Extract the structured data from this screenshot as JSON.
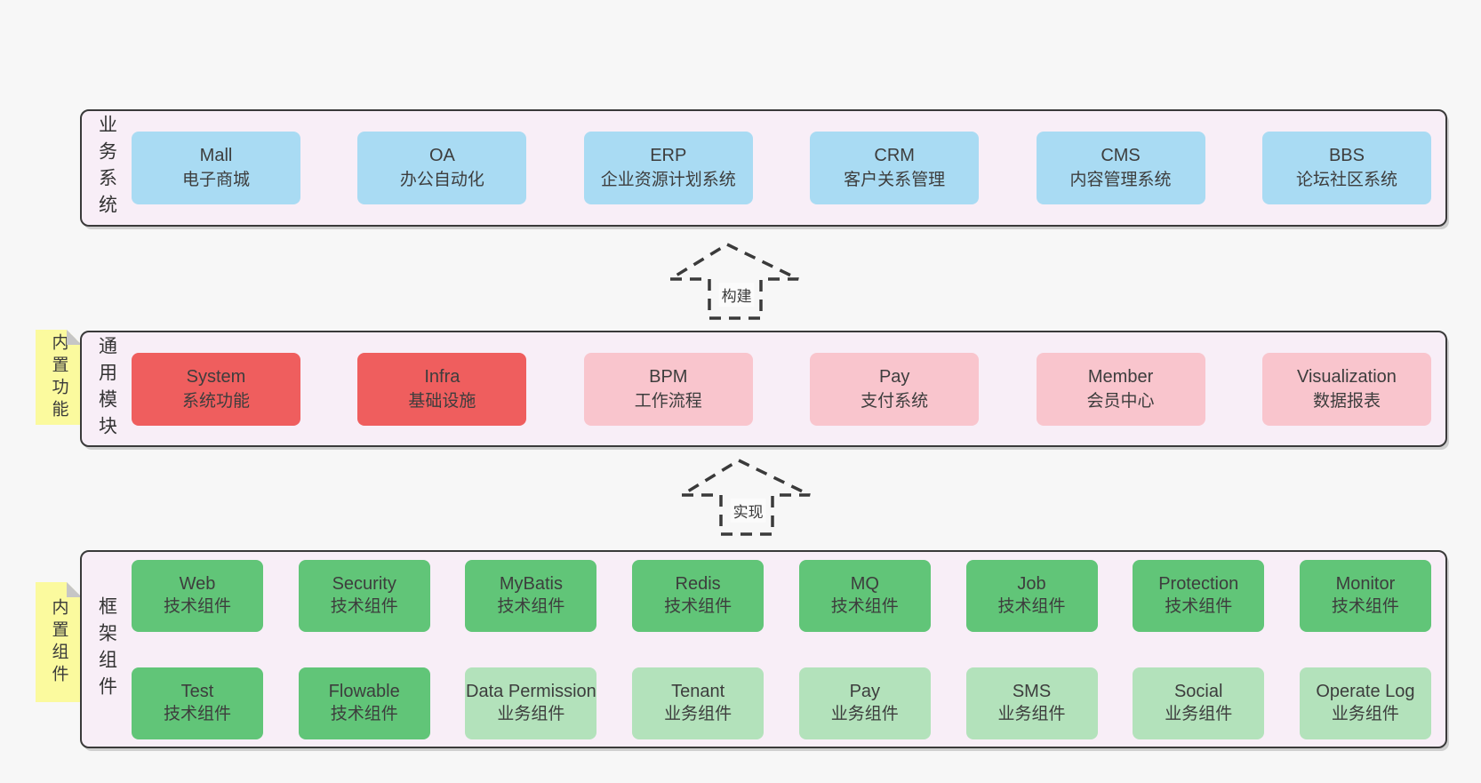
{
  "page": {
    "background": "#f7f7f7"
  },
  "colors": {
    "layer_background": "#f8eef7",
    "layer_border": "#3a3a3a",
    "box_blue": "#a9dbf3",
    "box_red": "#ef5e5e",
    "box_pink": "#f9c5cd",
    "box_green": "#61c578",
    "box_green_light": "#b3e2bb",
    "note_yellow": "#fbfa9e",
    "note_fold_gray": "#c6c6c6",
    "text": "#3d3d3d"
  },
  "arrows": [
    {
      "label": "构建"
    },
    {
      "label": "实现"
    }
  ],
  "layers": [
    {
      "label": "业务系统",
      "boxes": [
        {
          "name": "Mall",
          "desc": "电子商城"
        },
        {
          "name": "OA",
          "desc": "办公自动化"
        },
        {
          "name": "ERP",
          "desc": "企业资源计划系统"
        },
        {
          "name": "CRM",
          "desc": "客户关系管理"
        },
        {
          "name": "CMS",
          "desc": "内容管理系统"
        },
        {
          "name": "BBS",
          "desc": "论坛社区系统"
        }
      ]
    },
    {
      "label": "通用模块",
      "note": "内置功能",
      "boxes": [
        {
          "name": "System",
          "desc": "系统功能"
        },
        {
          "name": "Infra",
          "desc": "基础设施"
        },
        {
          "name": "BPM",
          "desc": "工作流程"
        },
        {
          "name": "Pay",
          "desc": "支付系统"
        },
        {
          "name": "Member",
          "desc": "会员中心"
        },
        {
          "name": "Visualization",
          "desc": "数据报表"
        }
      ]
    },
    {
      "label": "框架组件",
      "note": "内置组件",
      "rows": [
        [
          {
            "name": "Web",
            "desc": "技术组件"
          },
          {
            "name": "Security",
            "desc": "技术组件"
          },
          {
            "name": "MyBatis",
            "desc": "技术组件"
          },
          {
            "name": "Redis",
            "desc": "技术组件"
          },
          {
            "name": "MQ",
            "desc": "技术组件"
          },
          {
            "name": "Job",
            "desc": "技术组件"
          },
          {
            "name": "Protection",
            "desc": "技术组件"
          },
          {
            "name": "Monitor",
            "desc": "技术组件"
          }
        ],
        [
          {
            "name": "Test",
            "desc": "技术组件"
          },
          {
            "name": "Flowable",
            "desc": "技术组件"
          },
          {
            "name": "Data Permission",
            "desc": "业务组件"
          },
          {
            "name": "Tenant",
            "desc": "业务组件"
          },
          {
            "name": "Pay",
            "desc": "业务组件"
          },
          {
            "name": "SMS",
            "desc": "业务组件"
          },
          {
            "name": "Social",
            "desc": "业务组件"
          },
          {
            "name": "Operate Log",
            "desc": "业务组件"
          }
        ]
      ]
    }
  ]
}
